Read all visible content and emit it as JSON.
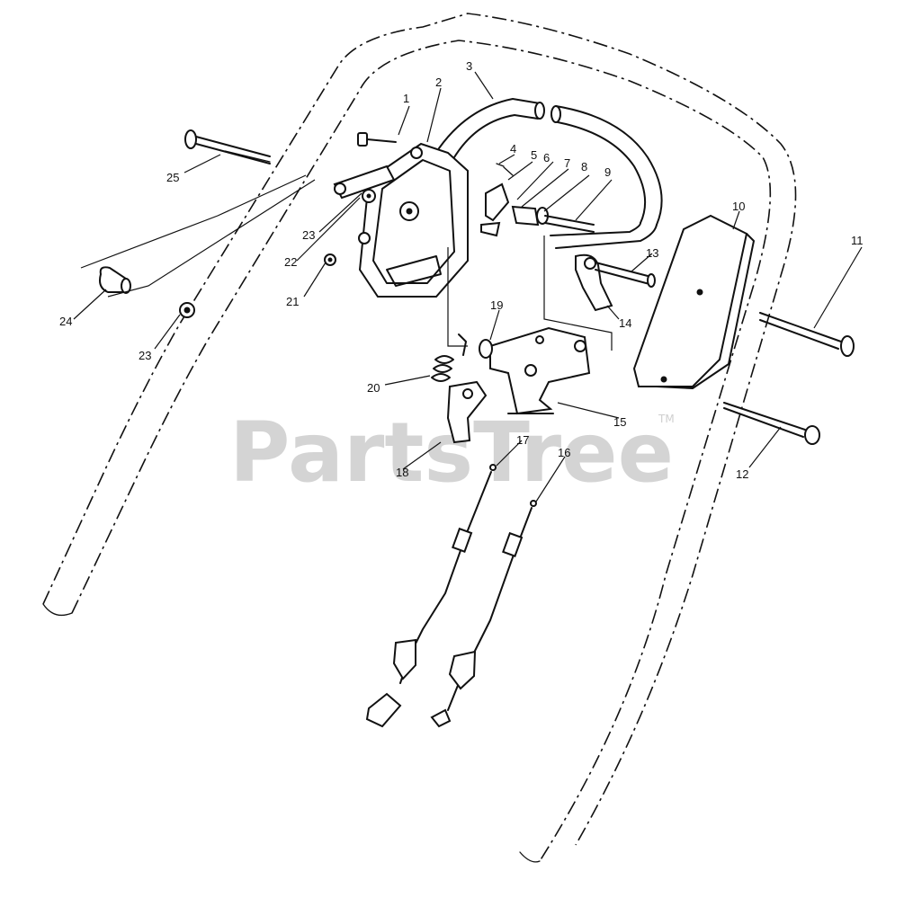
{
  "watermark": {
    "text": "PartsTree",
    "tm": "TM"
  },
  "callouts": [
    "1",
    "2",
    "3",
    "4",
    "5",
    "6",
    "7",
    "8",
    "9",
    "10",
    "11",
    "12",
    "13",
    "14",
    "15",
    "16",
    "17",
    "18",
    "19",
    "20",
    "21",
    "22",
    "23",
    "23",
    "24",
    "25"
  ]
}
